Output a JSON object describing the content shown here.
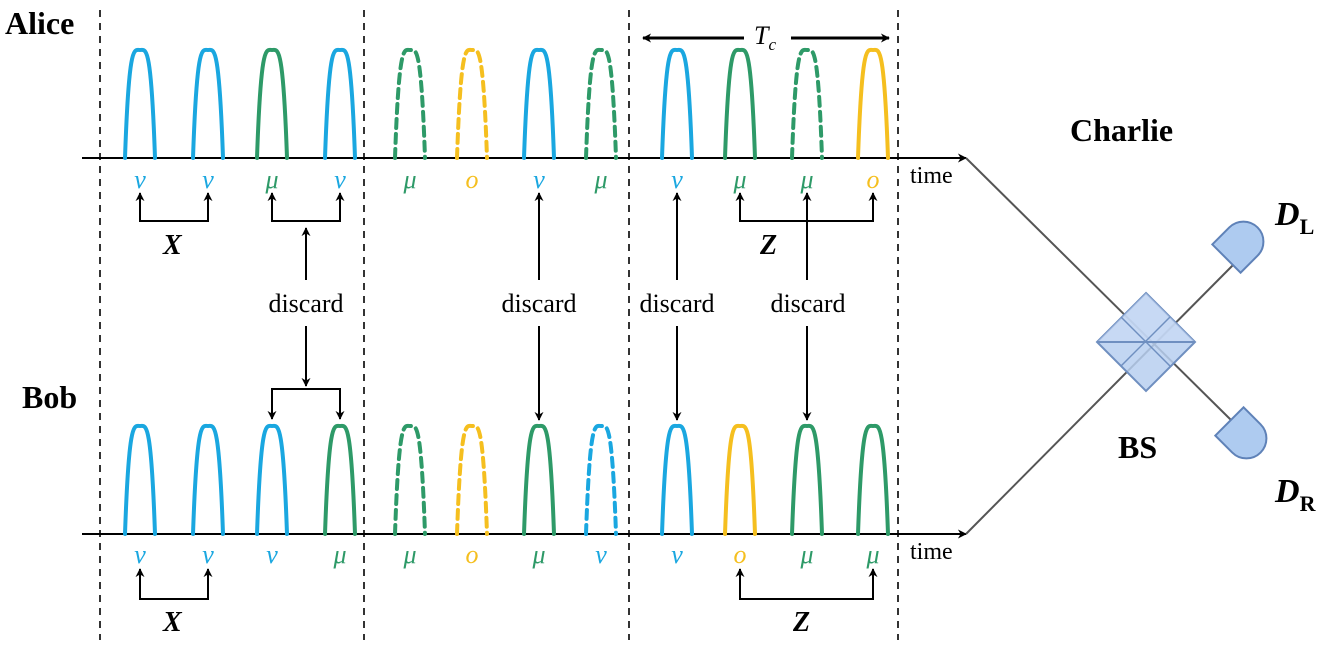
{
  "parties": {
    "alice": "Alice",
    "bob": "Bob",
    "charlie": "Charlie"
  },
  "axis_label": "time",
  "period_label": {
    "main": "T",
    "sub": "c"
  },
  "colors": {
    "v": "#1aa7e0",
    "mu": "#2e9a68",
    "o": "#f5bf1f",
    "line": "#000000",
    "fiber": "#555555",
    "bs_fill": "#b7cff0",
    "bs_stroke": "#6f8fc0",
    "detector_fill": "#aecbf0",
    "detector_stroke": "#5f82b8"
  },
  "alice_pulses": [
    {
      "label": "v",
      "kind": "v",
      "dashed": false
    },
    {
      "label": "v",
      "kind": "v",
      "dashed": false
    },
    {
      "label": "μ",
      "kind": "mu",
      "dashed": false
    },
    {
      "label": "v",
      "kind": "v",
      "dashed": false
    },
    {
      "label": "μ",
      "kind": "mu",
      "dashed": true
    },
    {
      "label": "o",
      "kind": "o",
      "dashed": true
    },
    {
      "label": "v",
      "kind": "v",
      "dashed": false
    },
    {
      "label": "μ",
      "kind": "mu",
      "dashed": true
    },
    {
      "label": "v",
      "kind": "v",
      "dashed": false
    },
    {
      "label": "μ",
      "kind": "mu",
      "dashed": false
    },
    {
      "label": "μ",
      "kind": "mu",
      "dashed": true
    },
    {
      "label": "o",
      "kind": "o",
      "dashed": false
    }
  ],
  "bob_pulses": [
    {
      "label": "v",
      "kind": "v",
      "dashed": false
    },
    {
      "label": "v",
      "kind": "v",
      "dashed": false
    },
    {
      "label": "v",
      "kind": "v",
      "dashed": false
    },
    {
      "label": "μ",
      "kind": "mu",
      "dashed": false
    },
    {
      "label": "μ",
      "kind": "mu",
      "dashed": true
    },
    {
      "label": "o",
      "kind": "o",
      "dashed": true
    },
    {
      "label": "μ",
      "kind": "mu",
      "dashed": false
    },
    {
      "label": "v",
      "kind": "v",
      "dashed": true
    },
    {
      "label": "v",
      "kind": "v",
      "dashed": false
    },
    {
      "label": "o",
      "kind": "o",
      "dashed": false
    },
    {
      "label": "μ",
      "kind": "mu",
      "dashed": false
    },
    {
      "label": "μ",
      "kind": "mu",
      "dashed": false
    }
  ],
  "alice_groups": {
    "x": "X",
    "z": "Z"
  },
  "bob_groups": {
    "x": "X",
    "z": "Z"
  },
  "discard_labels": [
    "discard",
    "discard",
    "discard",
    "discard"
  ],
  "beam_splitter": "BS",
  "detectors": {
    "left": {
      "main": "D",
      "sub": "L"
    },
    "right": {
      "main": "D",
      "sub": "R"
    }
  }
}
